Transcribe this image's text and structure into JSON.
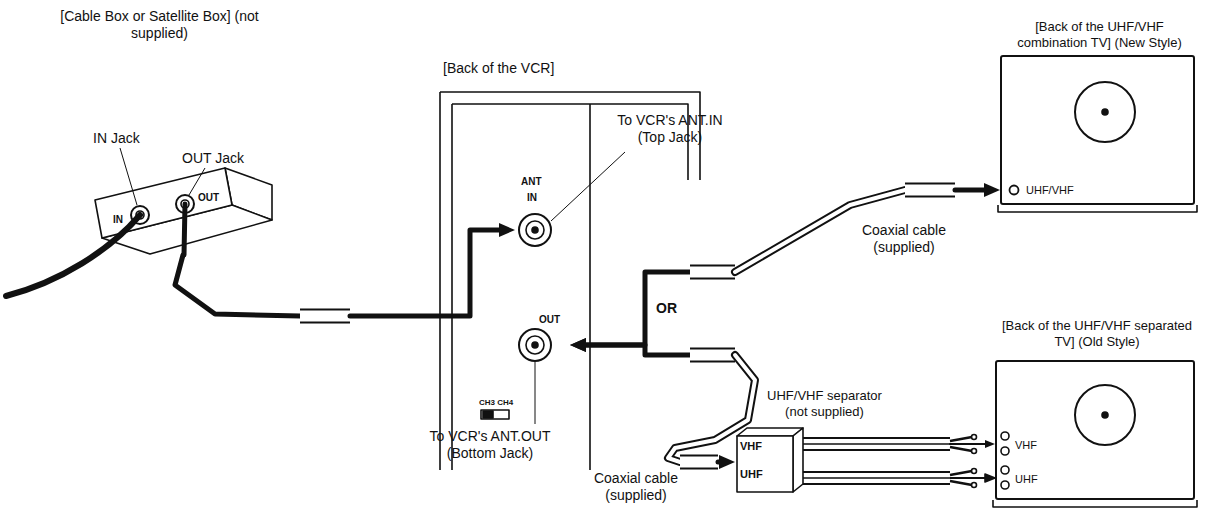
{
  "diagram": {
    "nodes": [
      {
        "text": [
          "[Cable Box or Satellite Box] (not supplied)",
          "IN",
          "OUT"
        ]
      },
      {
        "text": [
          "[Back of the VCR]",
          "ANT",
          "IN",
          "OUT"
        ]
      },
      {
        "text": [
          "[Back of the UHF/VHF combination TV] (New Style)",
          "UHF/VHF"
        ]
      },
      {
        "text": [
          "UHF/VHF separator (not supplied)",
          "VHF",
          "UHF"
        ]
      },
      {
        "text": [
          "[Back of the UHF/VHF separated TV] (Old Style)",
          "VHF",
          "UHF"
        ]
      }
    ],
    "edges": [
      {
        "from": 0,
        "to": 1,
        "arrow": "to"
      },
      {
        "from": 1,
        "to": 2,
        "arrow": "both"
      },
      {
        "from": 1,
        "to": 3,
        "arrow": "both"
      },
      {
        "from": 3,
        "to": 4,
        "arrow": "to"
      }
    ],
    "labels": [
      "IN Jack",
      "OUT Jack",
      "To VCR's ANT.IN (Top Jack)",
      "CH3 CH4",
      "To VCR's ANT.OUT (Bottom Jack)",
      "OR",
      "Coaxial cable (supplied)",
      "Coaxial cable (supplied)"
    ]
  }
}
